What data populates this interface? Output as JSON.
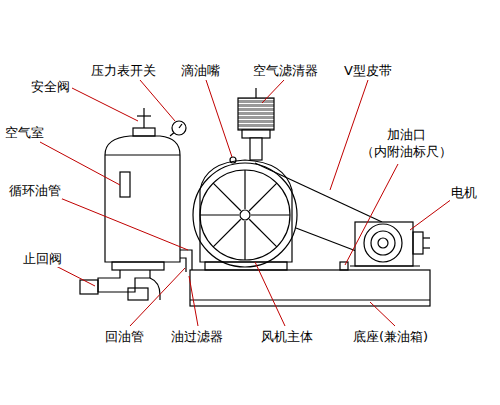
{
  "diagram": {
    "labels": [
      "压力表开关",
      "滴油嘴",
      "空气滤清器",
      "V型皮带",
      "安全阀",
      "空气室",
      "加油口 （内附油标尺）",
      "电机",
      "循环油管",
      "止回阀",
      "回油管",
      "油过滤器",
      "风机主体",
      "底座(兼油箱)"
    ]
  }
}
